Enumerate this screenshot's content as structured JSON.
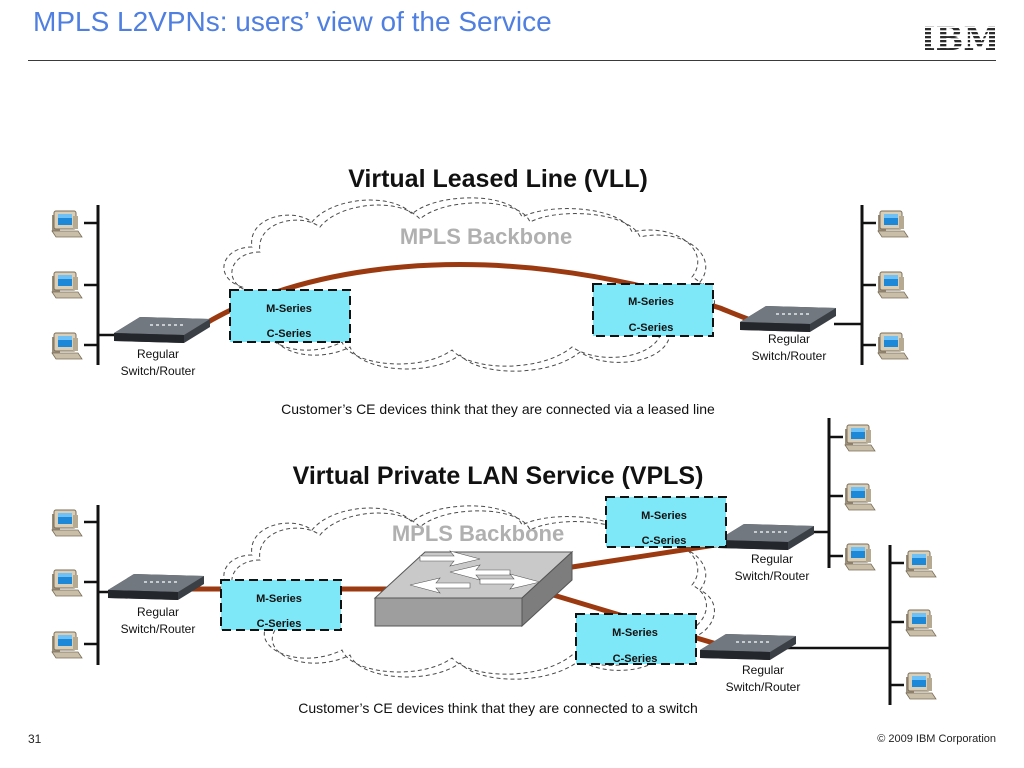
{
  "slide": {
    "title": "MPLS L2VPNs: users’ view of the Service",
    "page_number": "31",
    "copyright": "© 2009 IBM Corporation",
    "logo_text": "IBM"
  },
  "vll": {
    "heading": "Virtual Leased Line (VLL)",
    "cloud_label": "MPLS Backbone",
    "router_label_line1": "Regular",
    "router_label_line2": "Switch/Router",
    "box_label_top": "M-Series",
    "box_label_bottom": "C-Series",
    "caption": "Customer’s CE devices think that they are connected via a leased line"
  },
  "vpls": {
    "heading": "Virtual Private LAN Service (VPLS)",
    "cloud_label": "MPLS Backbone",
    "router_label_line1": "Regular",
    "router_label_line2": "Switch/Router",
    "box_label_top": "M-Series",
    "box_label_bottom": "C-Series",
    "caption": "Customer’s CE devices think that they are connected to a switch"
  },
  "colors": {
    "title": "#4f7fe0",
    "line": "#9b3a10",
    "box_fill": "#7ee8f8",
    "cloud_label": "#b0b0b0"
  },
  "icons": [
    "computer-icon",
    "router-icon",
    "ethernet-switch-icon",
    "cloud-shape",
    "ibm-logo"
  ]
}
